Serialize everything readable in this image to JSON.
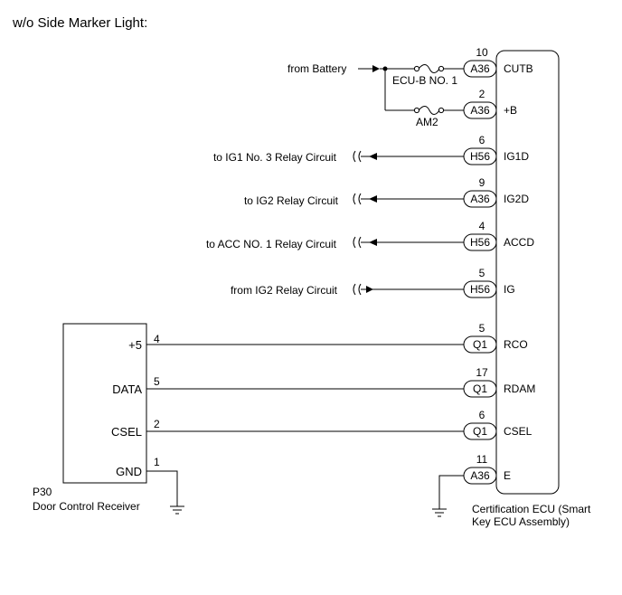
{
  "diagram": {
    "title": "w/o Side Marker Light:",
    "ecu": {
      "name_line1": "Certification ECU (Smart",
      "name_line2": "Key ECU Assembly)"
    },
    "receiver": {
      "code": "P30",
      "name": "Door Control Receiver",
      "pins": [
        {
          "label": "+5",
          "num": "4"
        },
        {
          "label": "DATA",
          "num": "5"
        },
        {
          "label": "CSEL",
          "num": "2"
        },
        {
          "label": "GND",
          "num": "1"
        }
      ]
    },
    "fuses": {
      "ecu_b": "ECU-B NO. 1",
      "am2": "AM2"
    },
    "sources": {
      "battery": "from Battery",
      "ig1d": "to IG1 No. 3 Relay Circuit",
      "ig2d": "to IG2 Relay Circuit",
      "accd": "to ACC NO. 1 Relay Circuit",
      "ig": "from IG2 Relay Circuit"
    },
    "terminals": [
      {
        "num": "10",
        "conn": "A36",
        "name": "CUTB"
      },
      {
        "num": "2",
        "conn": "A36",
        "name": "+B"
      },
      {
        "num": "6",
        "conn": "H56",
        "name": "IG1D"
      },
      {
        "num": "9",
        "conn": "A36",
        "name": "IG2D"
      },
      {
        "num": "4",
        "conn": "H56",
        "name": "ACCD"
      },
      {
        "num": "5",
        "conn": "H56",
        "name": "IG"
      },
      {
        "num": "5",
        "conn": "Q1",
        "name": "RCO"
      },
      {
        "num": "17",
        "conn": "Q1",
        "name": "RDAM"
      },
      {
        "num": "6",
        "conn": "Q1",
        "name": "CSEL"
      },
      {
        "num": "11",
        "conn": "A36",
        "name": "E"
      }
    ]
  }
}
